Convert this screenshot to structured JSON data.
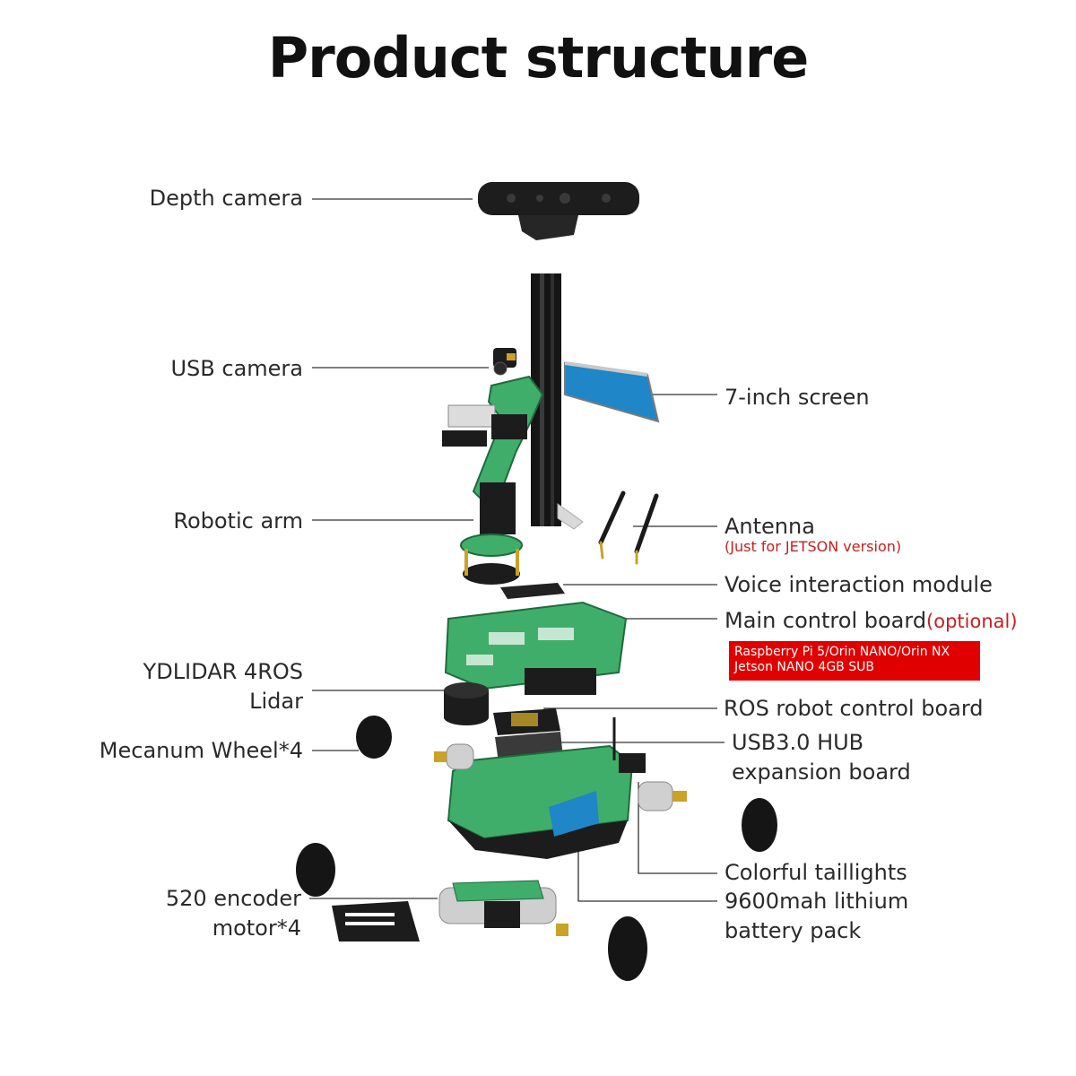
{
  "title": "Product structure",
  "labels": {
    "depth_camera": "Depth camera",
    "usb_camera": "USB camera",
    "robotic_arm": "Robotic arm",
    "lidar_line1": "YDLIDAR 4ROS",
    "lidar_line2": "Lidar",
    "mecanum_wheel": "Mecanum Wheel*4",
    "motor_line1": "520 encoder",
    "motor_line2": "motor*4",
    "screen": "7-inch screen",
    "antenna": "Antenna",
    "antenna_note": "(Just for JETSON version)",
    "voice_module": "Voice interaction module",
    "main_board": "Main control board",
    "main_board_optional": "(optional)",
    "main_board_options_line1": "Raspberry Pi 5/Orin NANO/Orin NX",
    "main_board_options_line2": "Jetson NANO 4GB SUB",
    "ros_board": "ROS robot control board",
    "usb_hub_line1": "USB3.0 HUB",
    "usb_hub_line2": "expansion board",
    "taillights": "Colorful taillights",
    "battery_line1": "9600mah lithium",
    "battery_line2": "battery pack"
  },
  "colors": {
    "pcb_green": "#3fae6a",
    "screen_blue": "#1f86c8",
    "highlight_red": "#e00000",
    "note_red": "#c62020",
    "dark_parts": "#1a1a1a"
  }
}
